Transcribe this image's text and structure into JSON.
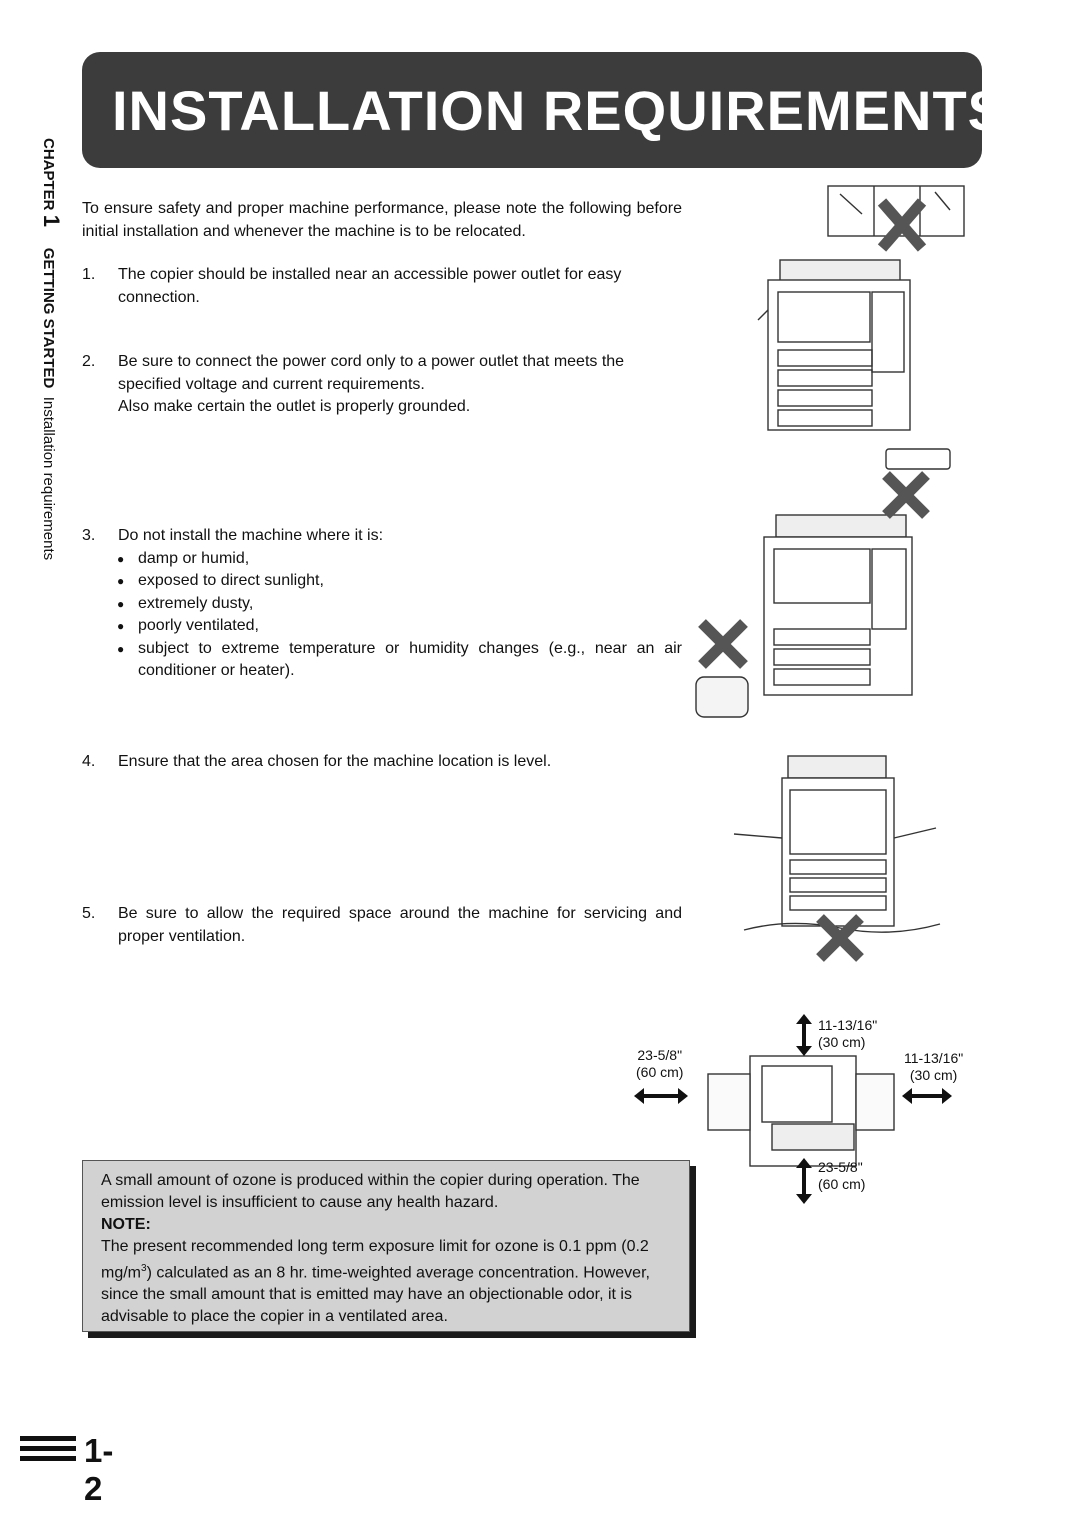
{
  "title": "INSTALLATION REQUIREMENTS",
  "side": {
    "chapter": "CHAPTER",
    "chapter_num": "1",
    "section": "GETTING STARTED",
    "topic": "Installation requirements"
  },
  "intro": "To ensure safety and proper machine performance, please note the following before initial installation and whenever the machine is to be relocated.",
  "items": [
    {
      "num": "1.",
      "lines": [
        "The copier should be installed near an accessible power outlet for easy connection."
      ]
    },
    {
      "num": "2.",
      "lines": [
        "Be sure to connect the power cord only to a power outlet that meets the specified voltage and current requirements.",
        "Also make certain the outlet is properly grounded."
      ]
    },
    {
      "num": "3.",
      "lines": [
        "Do not install the machine where it is:"
      ],
      "bullets": [
        "damp or humid,",
        "exposed to direct sunlight,",
        "extremely dusty,",
        "poorly ventilated,",
        "subject to extreme temperature or humidity changes (e.g., near an air conditioner or heater)."
      ]
    },
    {
      "num": "4.",
      "lines": [
        "Ensure that the area chosen for the machine location is level."
      ]
    },
    {
      "num": "5.",
      "lines": [
        "Be sure to allow the required space around the machine for servicing and proper ventilation."
      ]
    }
  ],
  "clearances": {
    "top": [
      "11-13/16\"",
      "(30 cm)"
    ],
    "left": [
      "23-5/8\"",
      "(60 cm)"
    ],
    "right": [
      "11-13/16\"",
      "(30 cm)"
    ],
    "bottom": [
      "23-5/8\"",
      "(60 cm)"
    ]
  },
  "note": {
    "para1": "A small amount of ozone is produced within the copier during operation. The emission level is insufficient to cause any health hazard.",
    "heading": "NOTE:",
    "para2_a": "The present recommended long term exposure limit for ozone is 0.1 ppm (0.2 mg/m",
    "para2_sup": "3",
    "para2_b": ") calculated as an 8 hr. time-weighted average concentration. However, since the small amount that is emitted may have an objectionable odor, it is advisable to place the copier in a ventilated area."
  },
  "page_number": "1-2"
}
